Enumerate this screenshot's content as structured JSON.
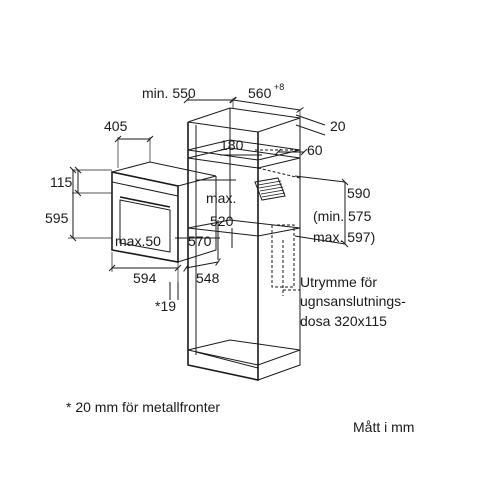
{
  "dimensions": {
    "min_550": "min. 550",
    "d560": "560",
    "d560_sup": "+8",
    "d20": "20",
    "d405": "405",
    "d180": "180",
    "d60": "60",
    "d115": "115",
    "d595": "595",
    "max_520_line1": "max.",
    "max_520_line2": "520",
    "max_50": "max.50",
    "d570": "570",
    "d590": "590",
    "min_575": "(min. 575",
    "max_597": "max. 597)",
    "d594": "594",
    "d548": "548",
    "star19": "*19"
  },
  "notes": {
    "socket_line1": "Utrymme för",
    "socket_line2": "ugnsanslutnings-",
    "socket_line3": "dosa 320x115",
    "footnote": "* 20 mm för metallfronter",
    "units": "Mått i mm"
  }
}
